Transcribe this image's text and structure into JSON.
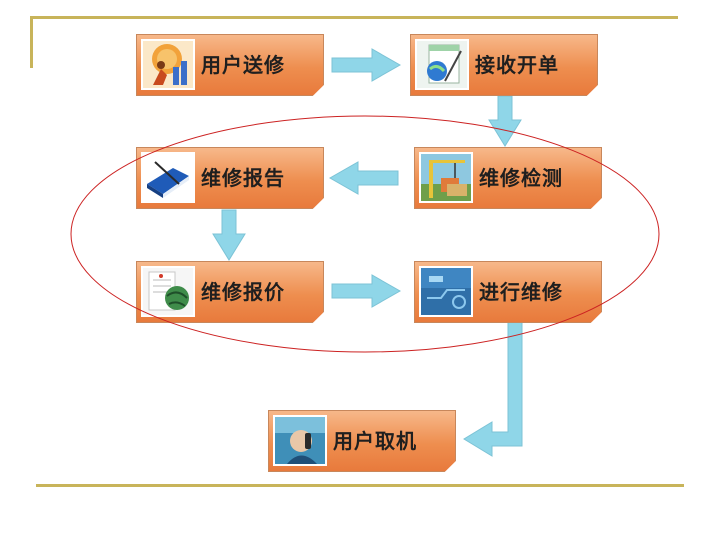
{
  "steps": {
    "user_send": "用户送修",
    "receive_ticket": "接收开单",
    "repair_inspect": "维修检测",
    "repair_report": "维修报告",
    "repair_quote": "维修报价",
    "perform_repair": "进行维修",
    "user_pickup": "用户取机"
  },
  "colors": {
    "step_fill": "#ee8e4f",
    "arrow": "#8fd6e8",
    "ring": "#cc2222",
    "frame": "#c8b45a"
  }
}
